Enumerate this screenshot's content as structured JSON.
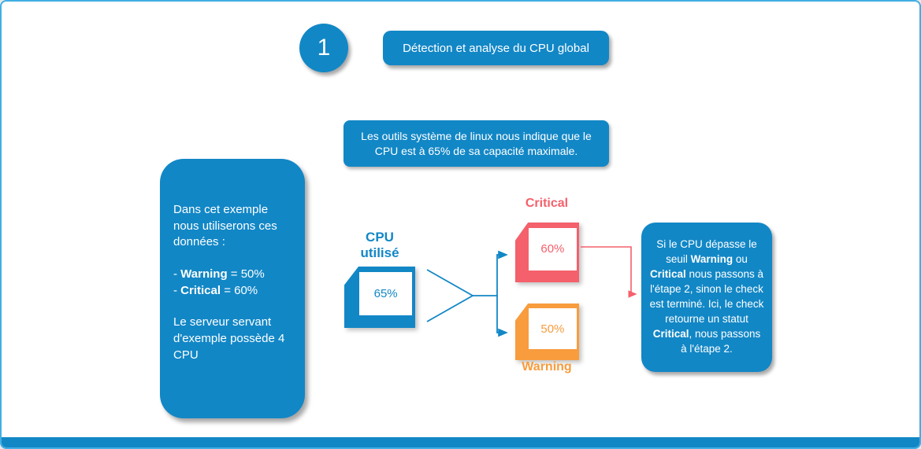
{
  "colors": {
    "accent_blue": "#1287c6",
    "page_border_blue": "#41aee4",
    "critical_red": "#f4606b",
    "warning_orange": "#f89c3d"
  },
  "header": {
    "step_number": "1",
    "title": "Détection et analyse du CPU global"
  },
  "info_box": {
    "text": "Les outils système de linux nous indique que le CPU est à 65% de sa capacité maximale."
  },
  "example_box": {
    "intro": "Dans cet exemple nous utiliserons ces données :",
    "items": [
      {
        "prefix": "- ",
        "bold": "Warning",
        "rest": " = 50%"
      },
      {
        "prefix": "- ",
        "bold": "Critical",
        "rest": " = 60%"
      }
    ],
    "footer": "Le serveur servant d'exemple possède 4 CPU"
  },
  "flow": {
    "cpu_label": "CPU utilisé",
    "cpu_value": "65%",
    "critical_title": "Critical",
    "critical_value": "60%",
    "warning_title": "Warning",
    "warning_value": "50%"
  },
  "result_box": {
    "parts": [
      {
        "text": "Si le CPU dépasse le seuil ",
        "bold": false
      },
      {
        "text": "Warning",
        "bold": true
      },
      {
        "text": " ou ",
        "bold": false
      },
      {
        "text": "Critical",
        "bold": true
      },
      {
        "text": " nous passons à l'étape 2, sinon le check est terminé. Ici, le check retourne un statut ",
        "bold": false
      },
      {
        "text": "Critical",
        "bold": true
      },
      {
        "text": ", nous passons à l'étape 2.",
        "bold": false
      }
    ]
  }
}
